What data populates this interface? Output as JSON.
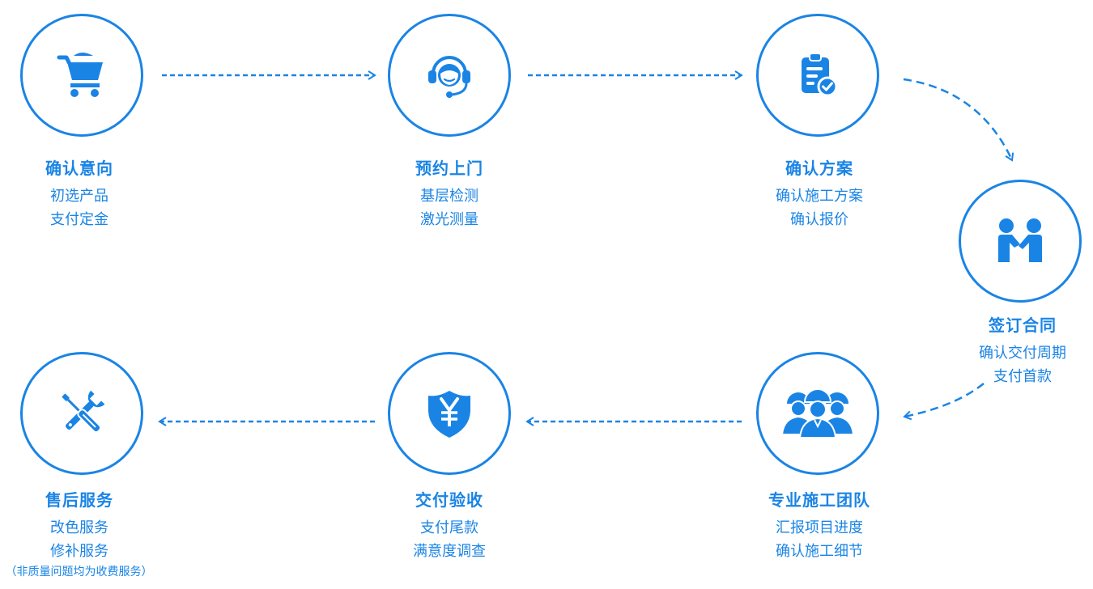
{
  "colors": {
    "primary": "#1a84e5"
  },
  "steps": [
    {
      "title": "确认意向",
      "lines": [
        "初选产品",
        "支付定金"
      ],
      "icon": "shopping-cart-icon"
    },
    {
      "title": "预约上门",
      "lines": [
        "基层检测",
        "激光测量"
      ],
      "icon": "headset-agent-icon"
    },
    {
      "title": "确认方案",
      "lines": [
        "确认施工方案",
        "确认报价"
      ],
      "icon": "clipboard-check-icon"
    },
    {
      "title": "签订合同",
      "lines": [
        "确认交付周期",
        "支付首款"
      ],
      "icon": "handshake-icon"
    },
    {
      "title": "专业施工团队",
      "lines": [
        "汇报项目进度",
        "确认施工细节"
      ],
      "icon": "workers-team-icon"
    },
    {
      "title": "交付验收",
      "lines": [
        "支付尾款",
        "满意度调查"
      ],
      "icon": "yuan-shield-icon"
    },
    {
      "title": "售后服务",
      "lines": [
        "改色服务",
        "修补服务"
      ],
      "note": "（非质量问题均为收费服务）",
      "icon": "tools-icon"
    }
  ]
}
